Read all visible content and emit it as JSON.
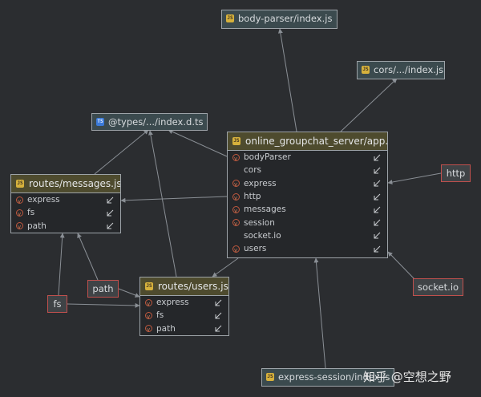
{
  "nodes": {
    "body_parser": {
      "label": "body-parser/index.js",
      "icon": "js-file-icon"
    },
    "cors": {
      "label": "cors/.../index.js",
      "icon": "js-file-icon"
    },
    "types": {
      "label": "@types/.../index.d.ts",
      "icon": "ts-file-icon"
    },
    "app": {
      "title": "online_groupchat_server/app.js",
      "rows": [
        "bodyParser",
        "cors",
        "express",
        "http",
        "messages",
        "session",
        "socket.io",
        "users"
      ]
    },
    "messages": {
      "title": "routes/messages.js",
      "rows": [
        "express",
        "fs",
        "path"
      ]
    },
    "users": {
      "title": "routes/users.js",
      "rows": [
        "express",
        "fs",
        "path"
      ]
    },
    "http": {
      "label": "http"
    },
    "socketio": {
      "label": "socket.io"
    },
    "path": {
      "label": "path"
    },
    "fs": {
      "label": "fs"
    },
    "express_session": {
      "label": "express-session/index.js",
      "icon": "js-file-icon"
    }
  },
  "watermark": "知乎 @空想之野",
  "colors": {
    "background": "#2b2d30",
    "edge": "#8a8f95",
    "module_header": "#4e4b2e",
    "file_node": "#3b4a4e",
    "builtin_border": "#c0504d"
  }
}
